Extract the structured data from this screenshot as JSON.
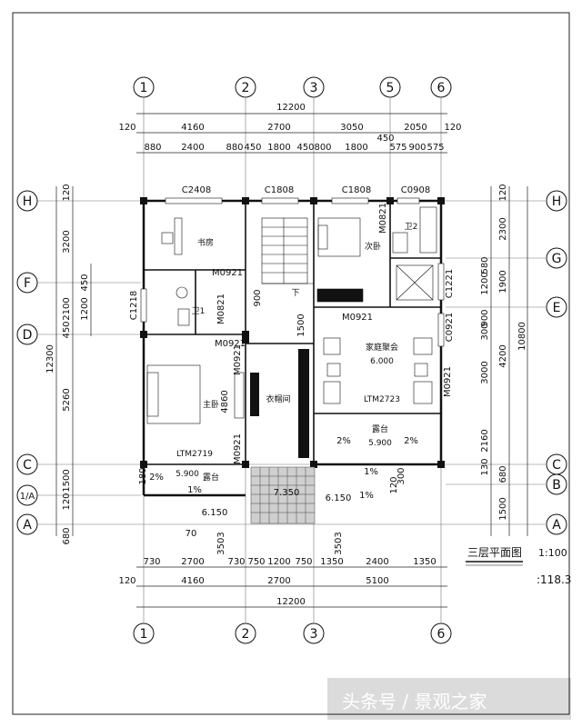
{
  "axes": {
    "top_bottom": [
      "1",
      "2",
      "3",
      "5",
      "6"
    ],
    "bottom": [
      "1",
      "2",
      "3",
      "6"
    ],
    "left": [
      "H",
      "F",
      "D",
      "C",
      "1/A",
      "A"
    ],
    "right": [
      "H",
      "G",
      "E",
      "C",
      "B",
      "A"
    ]
  },
  "dims": {
    "top_total": "12200",
    "top_row2": [
      "120",
      "4160",
      "2700",
      "3050",
      "2050",
      "120"
    ],
    "top_row2_extra": "450",
    "top_row3": [
      "880",
      "2400",
      "880",
      "450",
      "1800",
      "450",
      "800",
      "1800",
      "575",
      "900",
      "575"
    ],
    "bottom_row1": [
      "730",
      "2700",
      "730",
      "750",
      "1200",
      "750",
      "1350",
      "2400",
      "1350"
    ],
    "bottom_row2": [
      "120",
      "4160",
      "2700",
      "5100"
    ],
    "bottom_total": "12200",
    "left_total": "12300",
    "left_segments": [
      "120",
      "3200",
      "2100",
      "1200",
      "450",
      "450",
      "5260",
      "1500",
      "120",
      "680"
    ],
    "right_total": "10800",
    "right_segments": [
      "120",
      "2300",
      "1900",
      "1200",
      "580",
      "4200",
      "3000",
      "900",
      "300",
      "2160",
      "680",
      "130",
      "1500"
    ]
  },
  "windows": [
    "C2408",
    "C1808",
    "C1808",
    "C0908",
    "C1218",
    "C1221",
    "C0921"
  ],
  "doors": [
    "M0921",
    "M0821",
    "M0921",
    "M0821",
    "M0921",
    "M0921",
    "M0921",
    "M0921"
  ],
  "rooms": {
    "study": "书房",
    "bedroom2": "次卧",
    "wc1": "卫1",
    "wc2": "卫2",
    "master": "主卧",
    "cloak": "衣帽间",
    "family_hall": "家庭聚会",
    "terrace": "露台",
    "terrace_left": "露台",
    "stair_down": "下"
  },
  "levels": [
    "6.000",
    "5.900",
    "5.900",
    "6.150",
    "6.150",
    "7.350"
  ],
  "slopes": [
    "2%",
    "2%",
    "2%",
    "1%",
    "1%",
    "1%"
  ],
  "tags": [
    "LTM2723",
    "LTM2719"
  ],
  "side_dim": "4860",
  "misc_dims": [
    "1500",
    "3503",
    "3503",
    "70",
    "180",
    "120",
    "300",
    "900"
  ],
  "caption": {
    "title": "三层平面图",
    "scale": "1:100",
    "elevation": ":118.3"
  },
  "watermark": "头条号 / 景观之家"
}
